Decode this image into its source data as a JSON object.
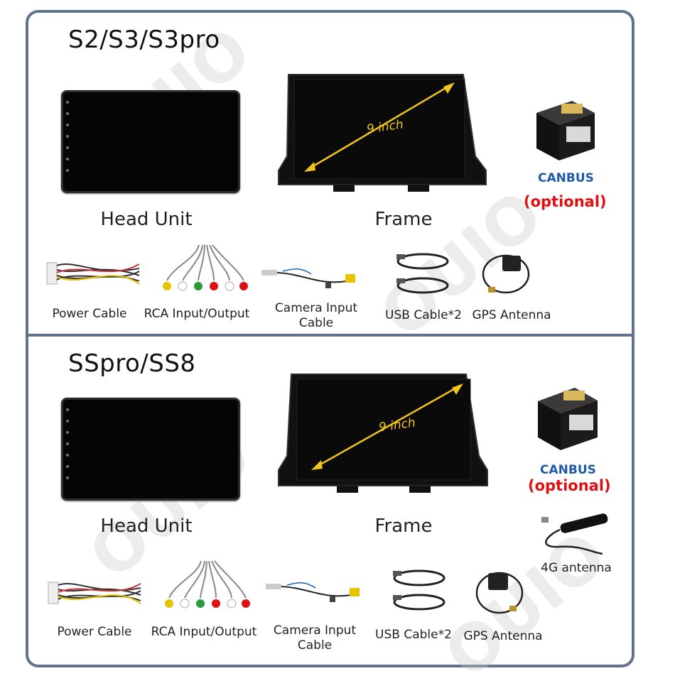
{
  "sections": [
    {
      "title": "S2/S3/S3pro",
      "head_unit_label": "Head Unit",
      "frame_label": "Frame",
      "screen_size": "9 inch",
      "canbus": "CANBUS",
      "optional": "(optional)",
      "accessories": {
        "power": "Power Cable",
        "rca": "RCA Input/Output",
        "camera_line1": "Camera Input",
        "camera_line2": "Cable",
        "usb": "USB Cable*2",
        "gps": "GPS Antenna"
      }
    },
    {
      "title": "SSpro/SS8",
      "head_unit_label": "Head Unit",
      "frame_label": "Frame",
      "screen_size": "9 inch",
      "canbus": "CANBUS",
      "optional": "(optional)",
      "antenna_4g": "4G antenna",
      "accessories": {
        "power": "Power Cable",
        "rca": "RCA Input/Output",
        "camera_line1": "Camera Input",
        "camera_line2": "Cable",
        "usb": "USB Cable*2",
        "gps": "GPS Antenna"
      }
    }
  ],
  "watermark": "OUIO",
  "colors": {
    "border": "#62728c",
    "canbus": "#1f5aa8",
    "optional": "#e01010",
    "arrow": "#f0c419"
  }
}
